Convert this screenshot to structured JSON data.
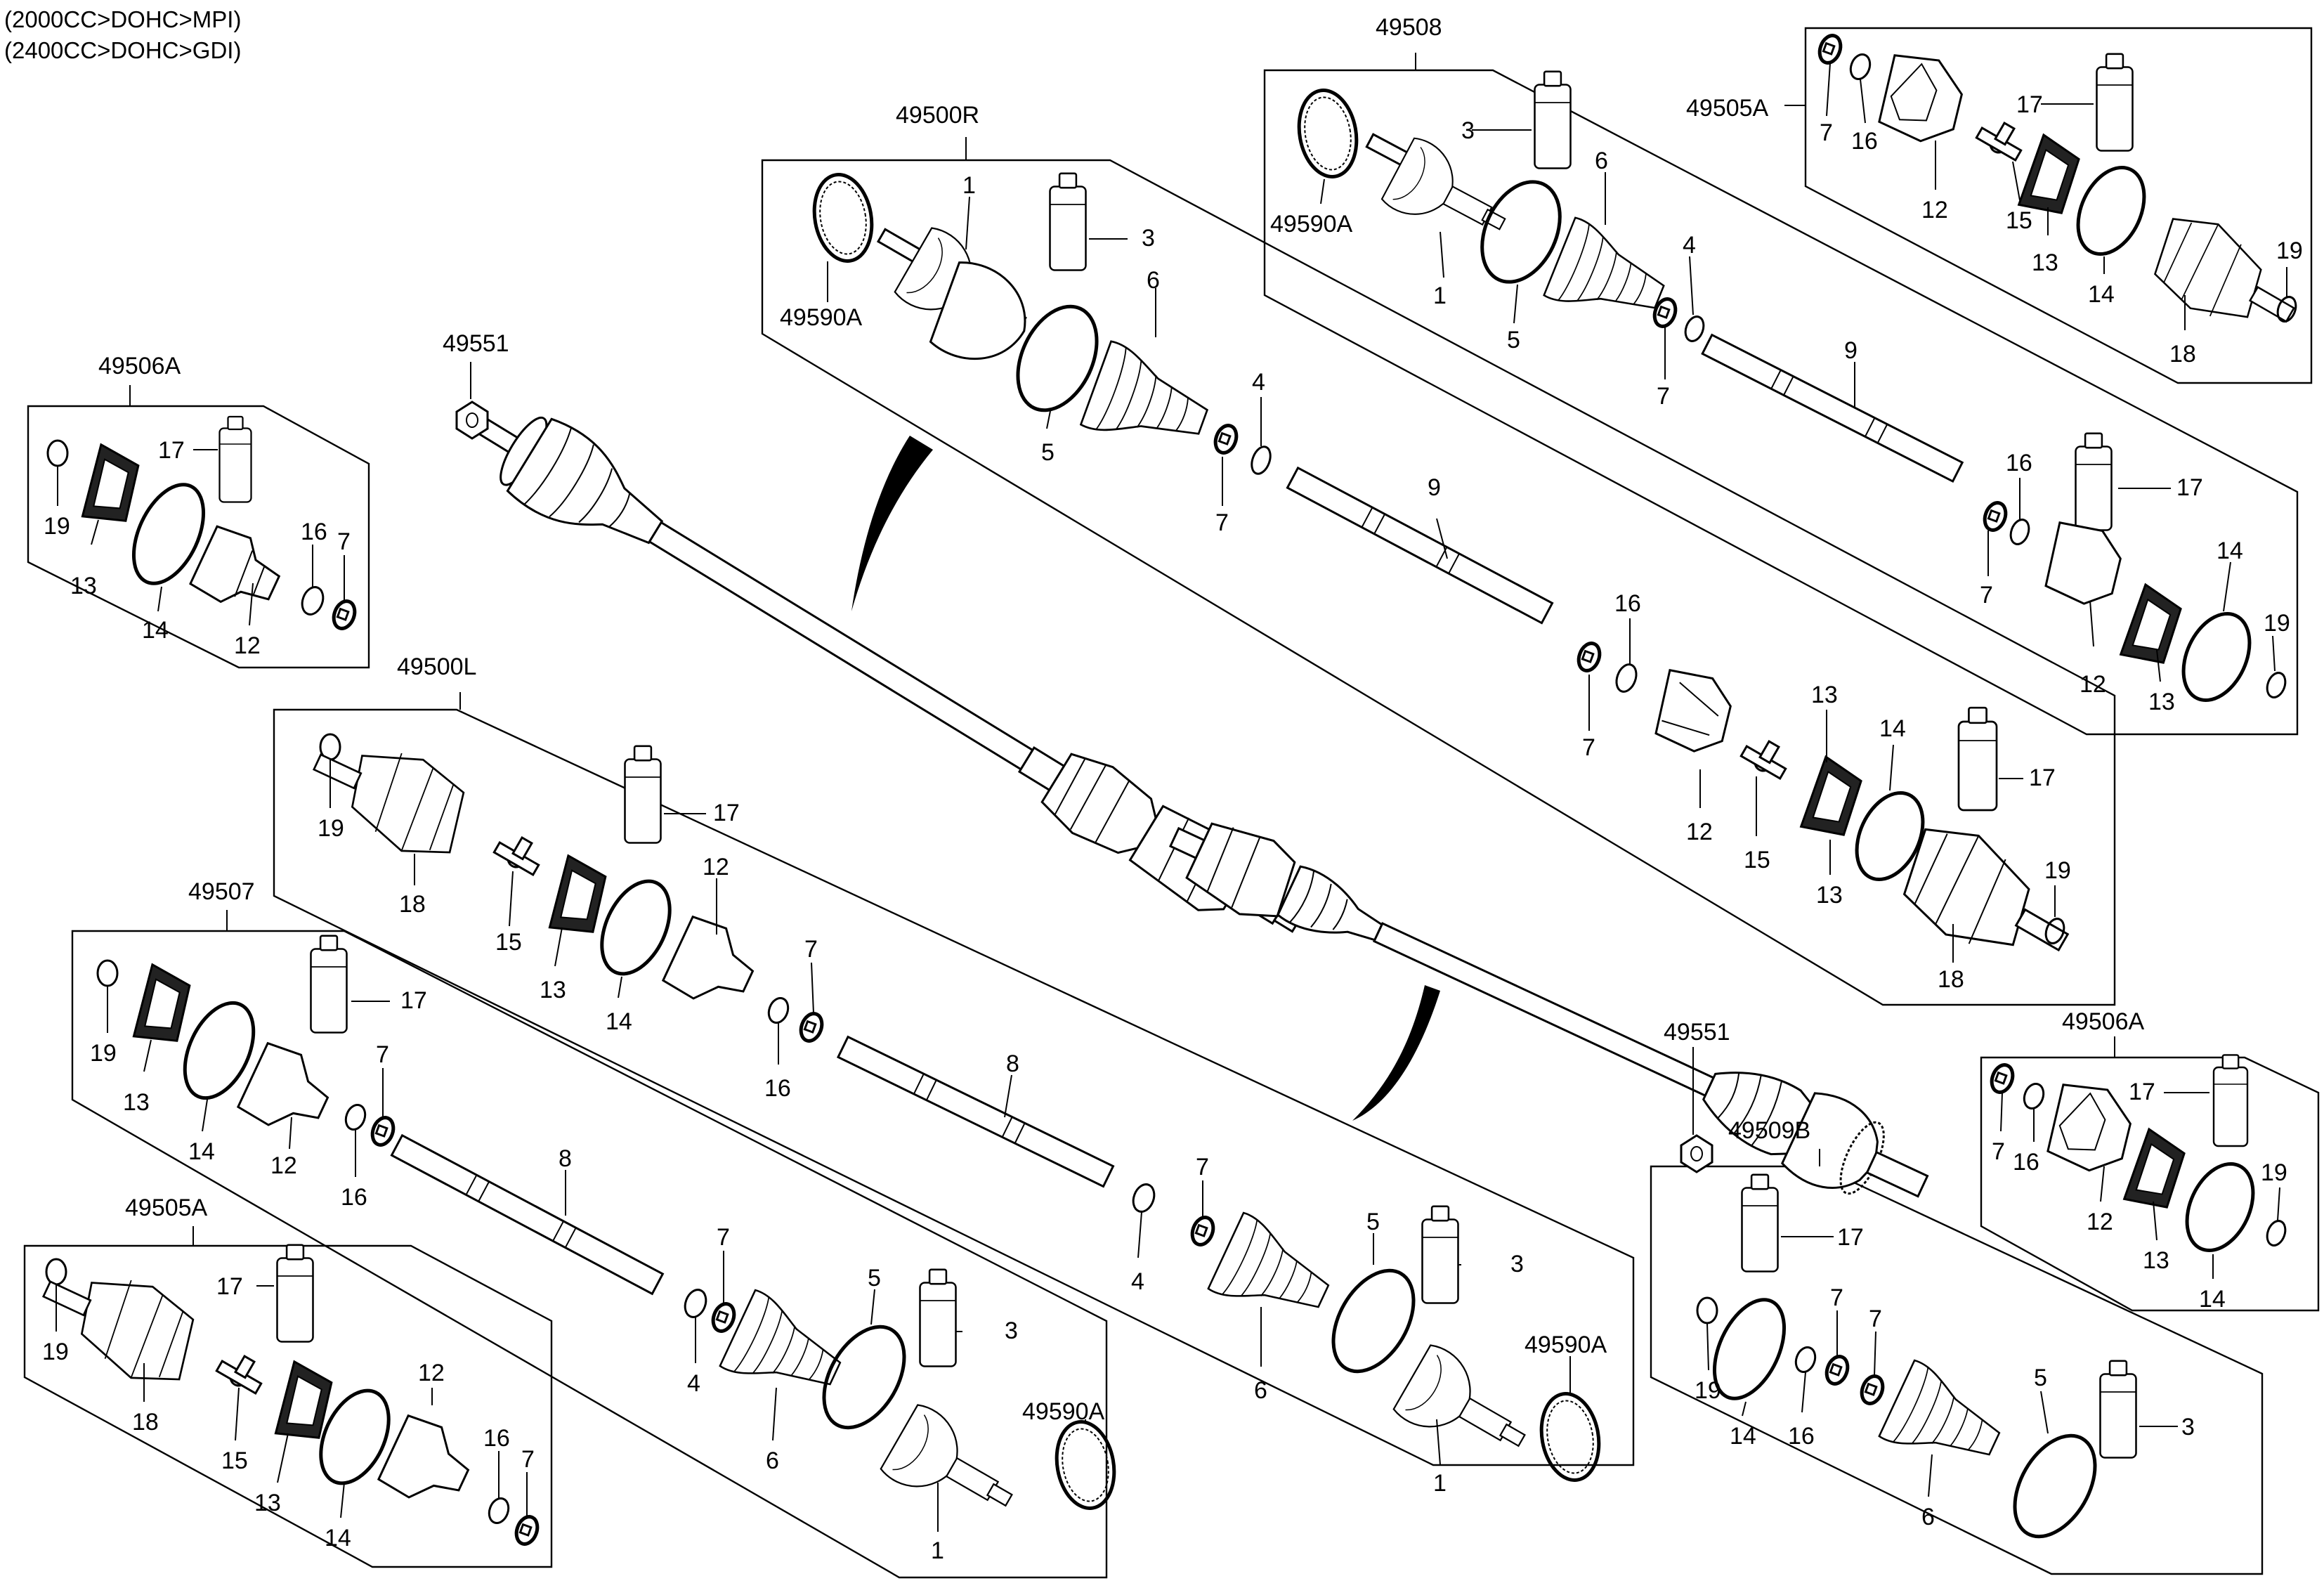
{
  "header": {
    "line1": "(2000CC>DOHC>MPI)",
    "line2": "(2400CC>DOHC>GDI)"
  },
  "assemblies": {
    "a_49508": "49508",
    "a_49500R": "49500R",
    "a_49505A_top": "49505A",
    "a_49506A_left": "49506A",
    "a_49500L": "49500L",
    "a_49507": "49507",
    "a_49505A_bottom": "49505A",
    "a_49506A_right": "49506A",
    "a_49509B": "49509B",
    "a_49551_top": "49551",
    "a_49551_right": "49551"
  },
  "callouts": {
    "c_49590A": "49590A",
    "c1": "1",
    "c3": "3",
    "c4": "4",
    "c5": "5",
    "c6": "6",
    "c7": "7",
    "c8": "8",
    "c9": "9",
    "c12": "12",
    "c13": "13",
    "c14": "14",
    "c15": "15",
    "c16": "16",
    "c17": "17",
    "c18": "18",
    "c19": "19"
  }
}
